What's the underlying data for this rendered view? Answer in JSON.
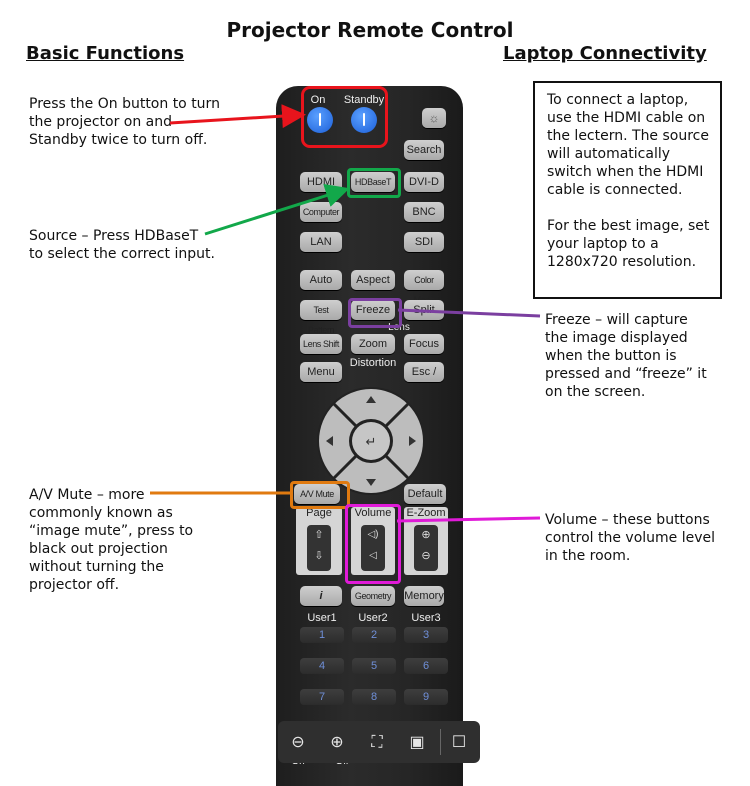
{
  "title": "Projector Remote Control",
  "left_heading": "Basic Functions",
  "right_heading": "Laptop Connectivity",
  "notes": {
    "power": [
      "Press the On button to turn",
      "the projector on and",
      "Standby twice to turn off."
    ],
    "source": [
      "Source – Press HDBaseT",
      "to select the correct input."
    ],
    "av_mute": [
      "A/V Mute – more",
      "commonly known as",
      "“image mute”, press to",
      "black out projection",
      "without turning the",
      "projector off."
    ],
    "freeze": [
      "Freeze – will capture",
      "the image displayed",
      "when the button is",
      "pressed and “freeze” it",
      "on the screen."
    ],
    "volume": [
      "Volume – these buttons",
      "control the volume level",
      "in the room."
    ]
  },
  "laptop_box": {
    "para1": [
      "To connect a laptop,",
      "use the HDMI cable on",
      "the lectern.  The source",
      "will automatically",
      "switch when the HDMI",
      "cable is connected."
    ],
    "para2": [
      "For the best image, set",
      "your laptop to a",
      "1280x720 resolution."
    ]
  },
  "remote": {
    "on": "On",
    "standby": "Standby",
    "search": "Search",
    "hdmi": "HDMI",
    "hdbaset": "HDBaseT",
    "dvid": "DVI-D",
    "computer": "Computer",
    "bnc": "BNC",
    "lan": "LAN",
    "sdi": "SDI",
    "auto": "Auto",
    "aspect": "Aspect",
    "color_mode": "Color Mode",
    "test_pattern": "Test Pattern",
    "freeze": "Freeze",
    "split": "Split",
    "lens": "Lens",
    "lens_shift": "Lens Shift",
    "zoom": "Zoom",
    "focus": "Focus",
    "menu": "Menu",
    "distortion": "Distortion",
    "esc": "Esc /",
    "av_mute": "A/V Mute",
    "default": "Default",
    "page": "Page",
    "volume": "Volume",
    "ezoom": "E-Zoom",
    "info": "i",
    "geometry": "Geometry",
    "memory": "Memory",
    "user1": "User1",
    "user2": "User2",
    "user3": "User3",
    "numbers": [
      "1",
      "2",
      "3",
      "4",
      "5",
      "6",
      "7",
      "8",
      "9"
    ],
    "bottom_left": "On",
    "bottom_mid": "Off"
  },
  "colors": {
    "power": "#e8141c",
    "source": "#12a84a",
    "freeze": "#7b3fa0",
    "av_mute": "#e07a10",
    "volume": "#e01ad8"
  }
}
